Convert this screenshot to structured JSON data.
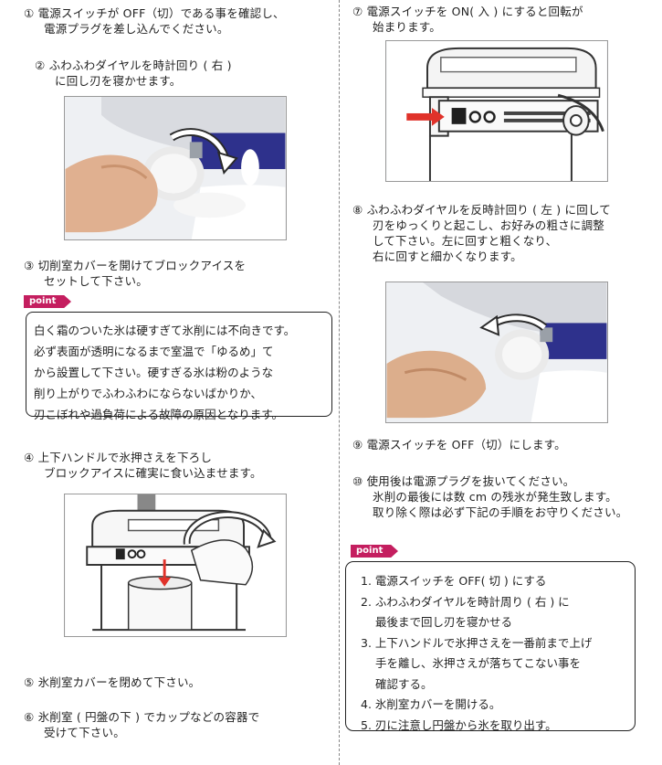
{
  "steps": {
    "s1": {
      "l1": "① 電源スイッチが OFF（切）である事を確認し、",
      "l2": "電源プラグを差し込んでください。"
    },
    "s2": {
      "l1": "② ふわふわダイヤルを時計回り ( 右 )",
      "l2": "に回し刃を寝かせます。"
    },
    "s3": {
      "l1": "③ 切削室カバーを開けてブロックアイスを",
      "l2": "セットして下さい。"
    },
    "s4": {
      "l1": "④ 上下ハンドルで氷押さえを下ろし",
      "l2": "ブロックアイスに確実に食い込ませます。"
    },
    "s5": {
      "l1": "⑤ 氷削室カバーを閉めて下さい。"
    },
    "s6": {
      "l1": "⑥ 氷削室 ( 円盤の下 ) でカップなどの容器で",
      "l2": "受けて下さい。"
    },
    "s7": {
      "l1": "⑦ 電源スイッチを ON( 入 ) にすると回転が",
      "l2": "始まります。"
    },
    "s8": {
      "l1": "⑧ ふわふわダイヤルを反時計回り ( 左 ) に回して",
      "l2": "刃をゆっくりと起こし、お好みの粗さに調整",
      "l3": "して下さい。左に回すと粗くなり、",
      "l4": "右に回すと細かくなります。"
    },
    "s9": {
      "l1": "⑨ 電源スイッチを OFF（切）にします。"
    },
    "s10": {
      "l1": "⑩ 使用後は電源プラグを抜いてください。",
      "l2": "氷削の最後には数 cm の残氷が発生致します。",
      "l3": "取り除く際は必ず下記の手順をお守りください。"
    }
  },
  "point_label": "point",
  "note1": {
    "lines": [
      "白く霜のついた氷は硬すぎて氷削には不向きです。",
      "必ず表面が透明になるまで室温で「ゆるめ」て",
      "から設置して下さい。硬すぎる氷は粉のような",
      "削り上がりでふわふわにならないばかりか、",
      "刃こぼれや過負荷による故障の原因となります。"
    ]
  },
  "note2": {
    "items": [
      {
        "text": "1. 電源スイッチを OFF( 切 ) にする"
      },
      {
        "text": "2. ふわふわダイヤルを時計周り ( 右 ) に",
        "cont": "最後まで回し刃を寝かせる"
      },
      {
        "text": "3. 上下ハンドルで氷押さえを一番前まで上げ",
        "cont": "手を離し、氷押さえが落ちてこない事を",
        "cont2": "確認する。"
      },
      {
        "text": "4. 氷削室カバーを開ける。"
      },
      {
        "text": "5. 刃に注意し円盤から氷を取り出す。"
      }
    ]
  },
  "colors": {
    "point_tag": "#c41e5f",
    "arrow_red": "#e0322a",
    "machine_blue": "#2c2f8f"
  }
}
